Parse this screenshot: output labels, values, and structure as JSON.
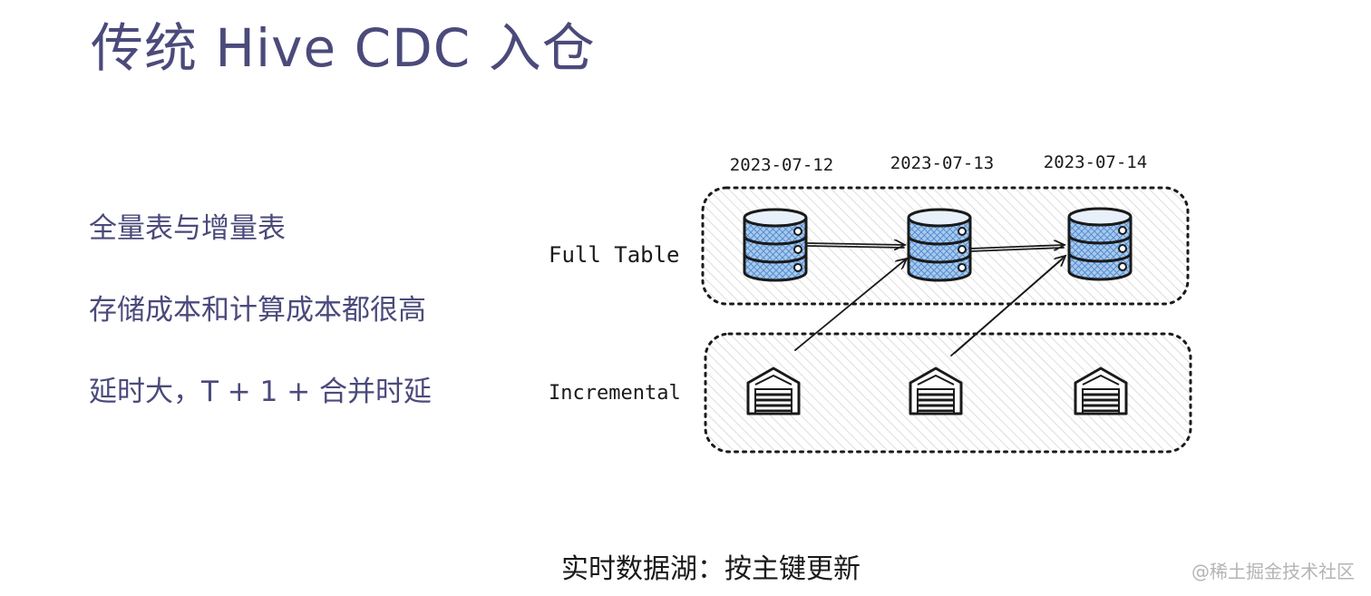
{
  "slide": {
    "title": "传统 Hive CDC 入仓",
    "bullets": [
      "全量表与增量表",
      "存储成本和计算成本都很高",
      "延时大，T + 1 + 合并时延"
    ],
    "caption": "实时数据湖：按主键更新",
    "watermark": "@稀土掘金技术社区"
  },
  "diagram": {
    "dates": [
      "2023-07-12",
      "2023-07-13",
      "2023-07-14"
    ],
    "rows": {
      "full_label": "Full Table",
      "incremental_label": "Incremental"
    },
    "icons": {
      "full_table": "database-icon",
      "incremental": "warehouse-icon"
    },
    "colors": {
      "title": "#4b4a7b",
      "db_fill": "#6fa7de",
      "stroke": "#1a1a1a",
      "hatch": "#cccccc"
    }
  }
}
